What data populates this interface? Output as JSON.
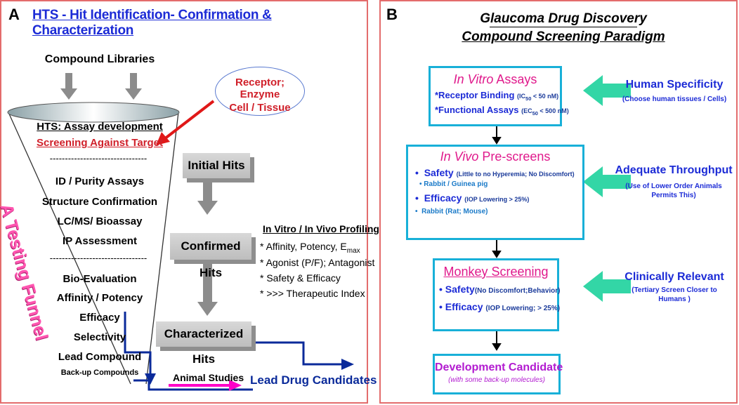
{
  "panel_a": {
    "label": "A",
    "title": "HTS - Hit Identification- Confirmation & Characterization",
    "compound_libraries": "Compound Libraries",
    "receptor_line1": "Receptor; Enzyme",
    "receptor_line2": "Cell / Tissue",
    "funnel_items": {
      "assay_dev": "HTS: Assay development",
      "screening": "Screening Against Target",
      "divider1": "--------------------------------",
      "id_purity": "ID / Purity Assays",
      "structure": "Structure Confirmation",
      "lcms": "LC/MS/ Bioassay",
      "ip": "IP Assessment",
      "divider2": "--------------------------------",
      "bio_eval": "Bio-Evaluation",
      "affinity": "Affinity / Potency",
      "efficacy": "Efficacy",
      "selectivity": "Selectivity",
      "lead_compound": "Lead Compound",
      "backup": "Back-up Compounds"
    },
    "funnel_side_label": "A Testing Funnel",
    "hits": {
      "initial": "Initial Hits",
      "confirmed": "Confirmed Hits",
      "characterized": "Characterized Hits"
    },
    "profiling": {
      "title": "In Vitro / In Vivo Profiling",
      "line1": "* Affinity, Potency, E",
      "line1_sub": "max",
      "line2": "* Agonist (P/F); Antagonist",
      "line3": "* Safety & Efficacy",
      "line4": "* >>> Therapeutic Index"
    },
    "animal_studies": "Animal Studies",
    "lead_candidates": "Lead Drug Candidates"
  },
  "panel_b": {
    "label": "B",
    "title_line1": "Glaucoma Drug Discovery",
    "title_line2": "Compound Screening Paradigm",
    "in_vitro": {
      "heading_italic": "In Vitro",
      "heading_rest": " Assays",
      "line1": "*Receptor Binding",
      "line1_note_pre": "(IC",
      "line1_note_sub": "50",
      "line1_note_post": " < 50 nM)",
      "line2": "*Functional Assays",
      "line2_note_pre": "(EC",
      "line2_note_sub": "50",
      "line2_note_post": " < 500 nM)"
    },
    "in_vivo": {
      "heading_italic": "In Vivo",
      "heading_rest": " Pre-screens",
      "safety": "Safety",
      "safety_note": "(Little to no Hyperemia; No Discomfort)",
      "safety_species": "Rabbit / Guinea pig",
      "efficacy": "Efficacy",
      "efficacy_note": "(IOP Lowering > 25%)",
      "efficacy_species": "Rabbit (Rat; Mouse)"
    },
    "monkey": {
      "heading": "Monkey Screening",
      "safety": "Safety",
      "safety_note": "(No Discomfort;Behavior)",
      "efficacy": "Efficacy",
      "efficacy_note": "(IOP Lowering; > 25%)"
    },
    "candidate": {
      "heading": "Development Candidate",
      "note": "(with some back-up molecules)"
    },
    "side": [
      {
        "title": "Human Specificity",
        "line1": "(Choose human tissues / Cells)",
        "line2": ""
      },
      {
        "title": "Adequate Throughput",
        "line1": "(Use of Lower Order Animals",
        "line2": "Permits This)"
      },
      {
        "title": "Clinically Relevant",
        "line1": "(Tertiary Screen Closer to",
        "line2": "Humans )"
      }
    ]
  },
  "colors": {
    "border": "#e36c6c",
    "box_border": "#18b0d8",
    "green_arrow": "#33d6a6",
    "blue_text": "#1c2bd6"
  }
}
